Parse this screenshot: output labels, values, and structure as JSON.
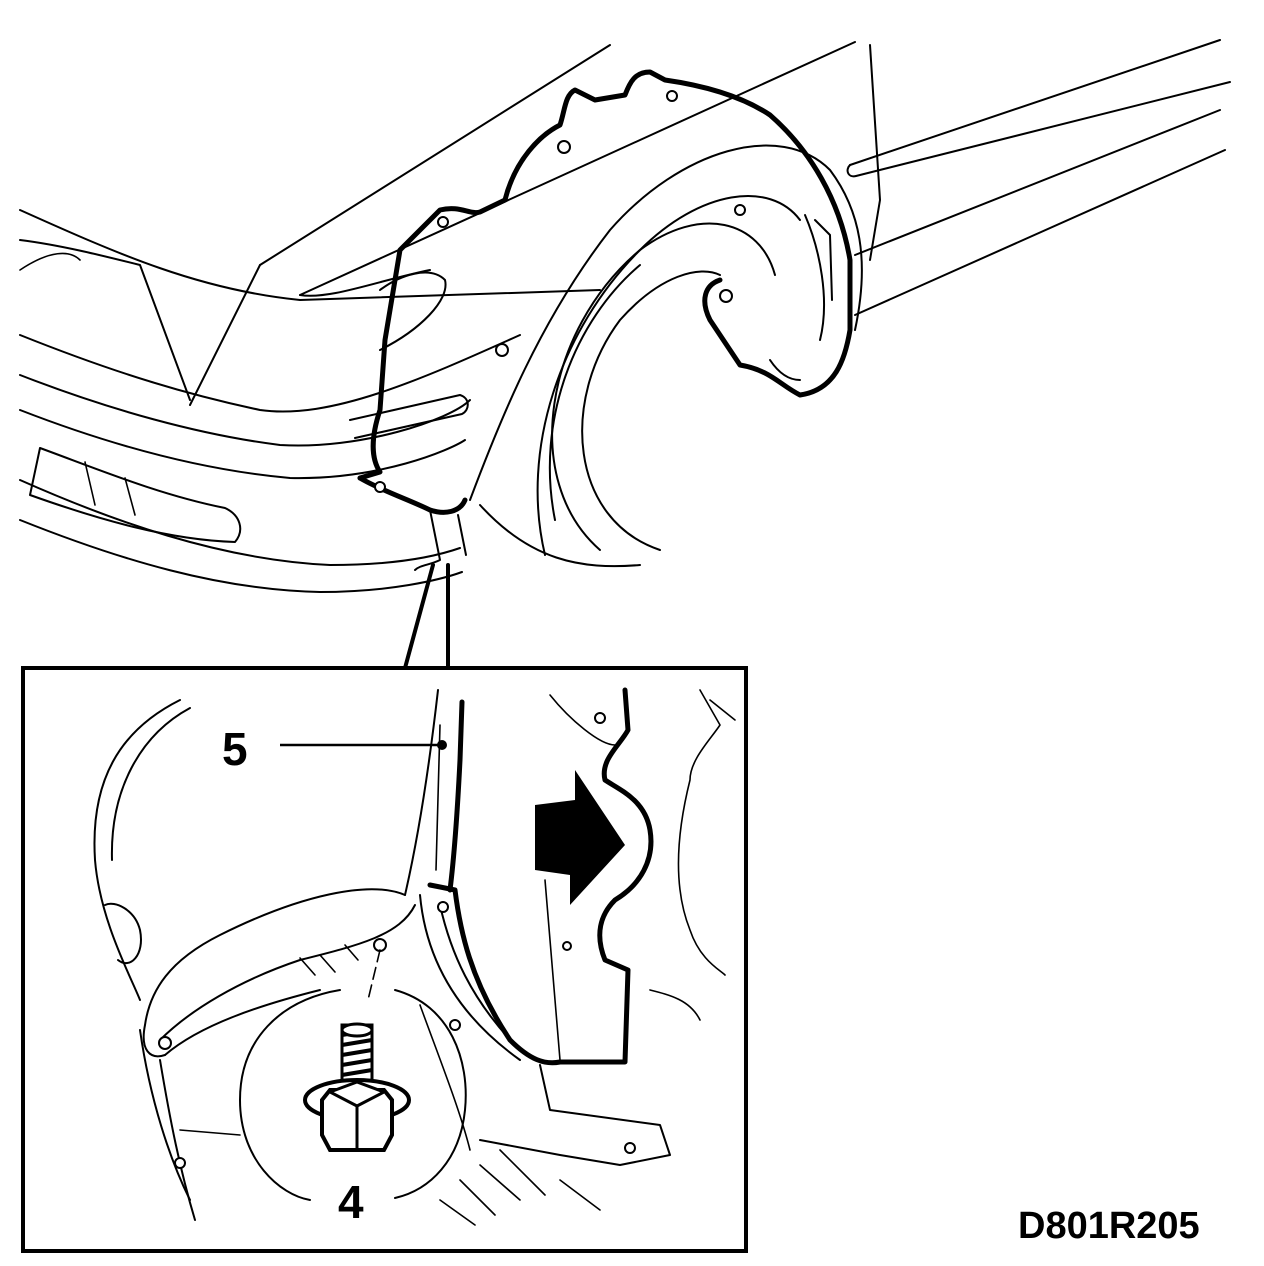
{
  "callouts": {
    "part_5": "5",
    "part_4": "4"
  },
  "figure_code": "D801R205"
}
